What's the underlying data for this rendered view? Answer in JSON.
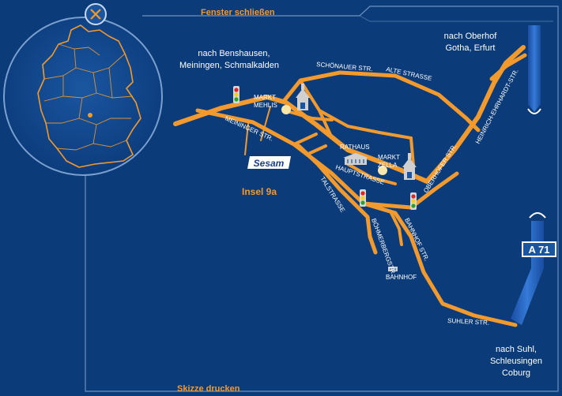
{
  "window": {
    "close_label": "Fenster schließen",
    "print_label": "Skizze drucken"
  },
  "destinations": {
    "benshausen_line1": "nach Benshausen,",
    "benshausen_line2": "Meiningen, Schmalkalden",
    "oberhof_line1": "nach Oberhof",
    "oberhof_line2": "Gotha, Erfurt",
    "suhl_line1": "nach Suhl,",
    "suhl_line2": "Schleusingen",
    "suhl_line3": "Coburg"
  },
  "places": {
    "markt_mehlis_line1": "MARKT",
    "markt_mehlis_line2": "MEHLIS",
    "markt_zella_line1": "MARKT",
    "markt_zella_line2": "ZELLA",
    "rathaus": "RATHAUS",
    "bahnhof": "BAHNHOF",
    "sesam": "Sesam",
    "insel": "Insel 9a"
  },
  "streets": {
    "schoenauer": "SCHÖNAUER STR.",
    "alte": "ALTE STRASSE",
    "meininger": "MEININGER STR.",
    "heinrich": "HEINRICH-EHRHARDT-STR.",
    "oberhofer": "OBERHOFER STR.",
    "haupt": "HAUPTSTRASSE",
    "tal": "TALSTRASSE",
    "boehmerberg": "BÖHMERBERGSTR.",
    "bahnhof": "BAHNHOF STR.",
    "suhler": "SUHLER STR."
  },
  "highway": {
    "label": "A 71"
  },
  "colors": {
    "background": "#0b3b78",
    "road": "#f29a2e",
    "frame": "#6b8fc0",
    "highway": "#2f6fd1"
  },
  "icons": {
    "close": "close-x-icon",
    "traffic_light": "traffic-light-icon",
    "church": "church-icon",
    "townhall": "townhall-icon",
    "station": "station-icon",
    "minimap": "germany-outline-map"
  }
}
